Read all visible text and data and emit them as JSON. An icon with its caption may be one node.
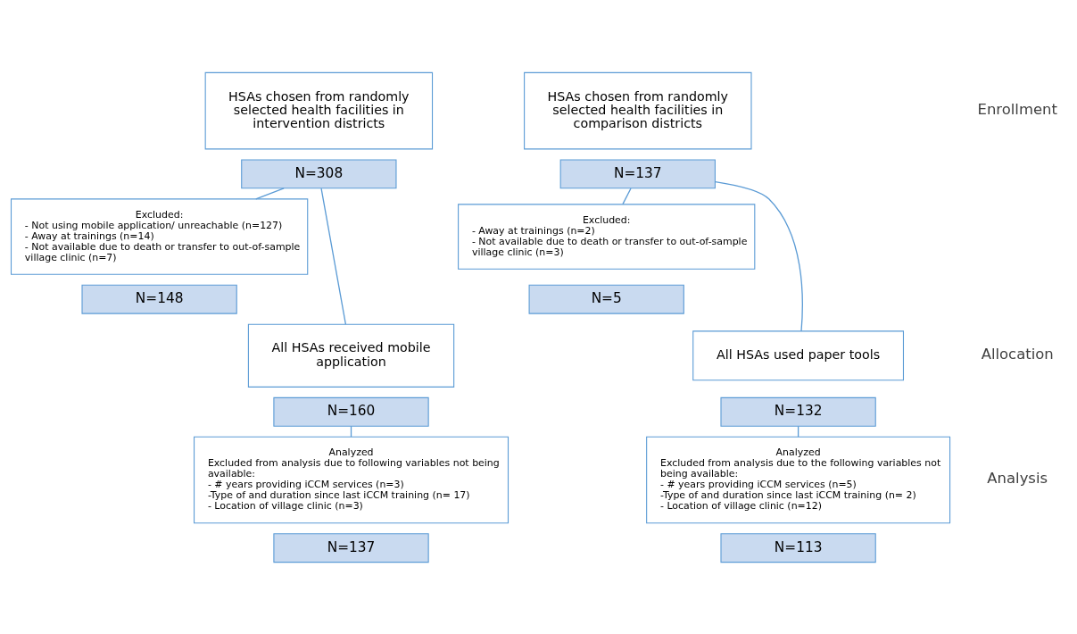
{
  "diagram": {
    "nodes": [
      {
        "text": [
          "HSAs chosen from randomly selected health facilities in intervention districts"
        ]
      },
      {
        "text": [
          "N=308"
        ]
      },
      {
        "text": [
          "HSAs chosen from randomly selected health facilities in comparison districts"
        ]
      },
      {
        "text": [
          "N=137"
        ]
      },
      {
        "text": [
          "Excluded:",
          "- Not using mobile application/ unreachable (n=127)",
          "- Away at trainings (n=14)",
          "- Not available due to death or transfer to out-of-sample village clinic (n=7)"
        ]
      },
      {
        "text": [
          "N=148"
        ]
      },
      {
        "text": [
          "Excluded:",
          "- Away at trainings (n=2)",
          "- Not available due to death or transfer to out-of-sample village clinic (n=3)"
        ]
      },
      {
        "text": [
          "N=5"
        ]
      },
      {
        "text": [
          "All HSAs received mobile application"
        ]
      },
      {
        "text": [
          "N=160"
        ]
      },
      {
        "text": [
          "All HSAs used paper tools"
        ]
      },
      {
        "text": [
          "N=132"
        ]
      },
      {
        "text": [
          "Analyzed",
          "Excluded from analysis due to following variables not being available:",
          "- # years providing iCCM services (n=3)",
          "-Type of and duration since last iCCM training (n= 17)",
          "- Location of village clinic (n=3)"
        ]
      },
      {
        "text": [
          "N=137"
        ]
      },
      {
        "text": [
          "Analyzed",
          "Excluded from analysis due to the following variables not being available:",
          "- # years providing iCCM services (n=5)",
          "-Type of and duration since last iCCM training (n= 2)",
          "- Location of village clinic (n=12)"
        ]
      },
      {
        "text": [
          "N=113"
        ]
      }
    ],
    "edges": [
      {
        "from": 1,
        "to": 4,
        "arrow": "none"
      },
      {
        "from": 1,
        "to": 8,
        "arrow": "none"
      },
      {
        "from": 3,
        "to": 6,
        "arrow": "none"
      },
      {
        "from": 3,
        "to": 10,
        "arrow": "none"
      },
      {
        "from": 9,
        "to": 12,
        "arrow": "none"
      },
      {
        "from": 11,
        "to": 14,
        "arrow": "none"
      }
    ],
    "labels": [
      "Enrollment",
      "Allocation",
      "Analysis"
    ]
  }
}
